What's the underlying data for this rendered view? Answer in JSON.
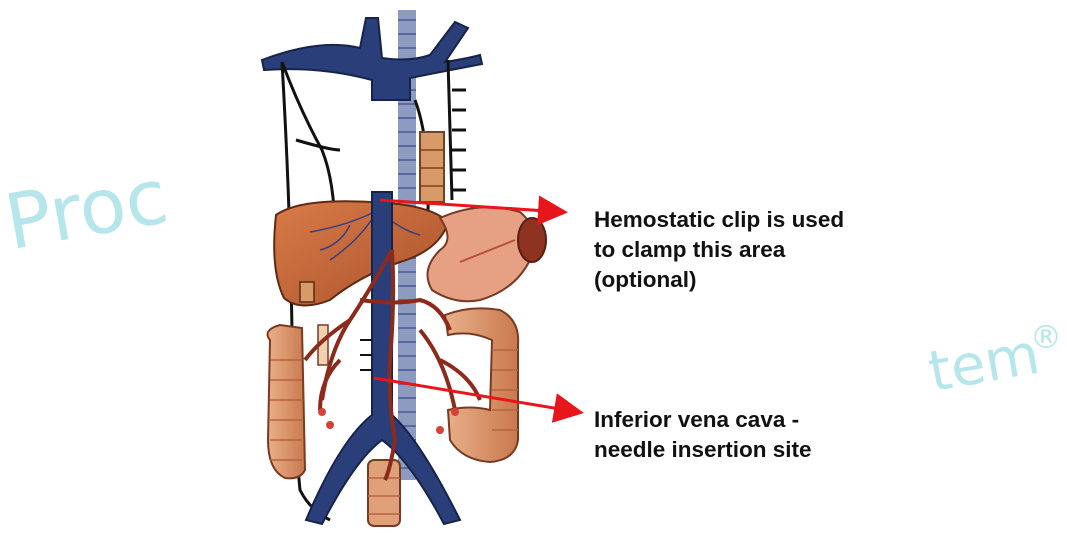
{
  "watermark": {
    "left_text": "Proc",
    "right_text": "tem",
    "registered": "®",
    "color": "#5cc8d4"
  },
  "annotations": [
    {
      "lines": [
        "Hemostatic clip is used",
        "to clamp this area",
        "(optional)"
      ]
    },
    {
      "lines": [
        "Inferior vena cava -",
        "needle insertion site"
      ]
    }
  ],
  "colors": {
    "vein": "#2a3f7a",
    "artery": "#8c2a1c",
    "liver": "#c8683a",
    "intestine": "#e0a07a",
    "arrow": "#e8151b"
  }
}
